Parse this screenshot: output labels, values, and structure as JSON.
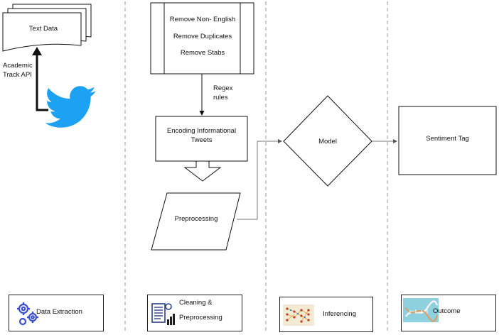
{
  "stage1": {
    "source_label_line1": "Academic",
    "source_label_line2": "Track API",
    "document_label": "Text Data"
  },
  "stage2": {
    "cleaning_steps": [
      "Remove Non- English",
      "Remove Duplicates",
      "Remove Stabs"
    ],
    "arrow_label_line1": "Regex",
    "arrow_label_line2": "rules",
    "encoding_line1": "Encoding Informational",
    "encoding_line2": "Tweets",
    "preprocessing_label": "Preprocessing"
  },
  "stage3": {
    "model_label": "Model"
  },
  "stage4": {
    "output_label": "Sentiment Tag"
  },
  "legend": {
    "data_extraction": "Data Extraction",
    "cleaning_line1": "Cleaning &",
    "cleaning_line2": "Preprocessing",
    "inferencing": "Inferencing",
    "outcome": "Outcome"
  },
  "colors": {
    "twitter_blue": "#1da1f2",
    "gear_blue": "#3a4fd0",
    "divider_gray": "#9a9a9a"
  },
  "icons": [
    "twitter-bird-icon",
    "gears-icon",
    "document-chart-icon",
    "neural-network-icon",
    "dna-helix-icon"
  ]
}
